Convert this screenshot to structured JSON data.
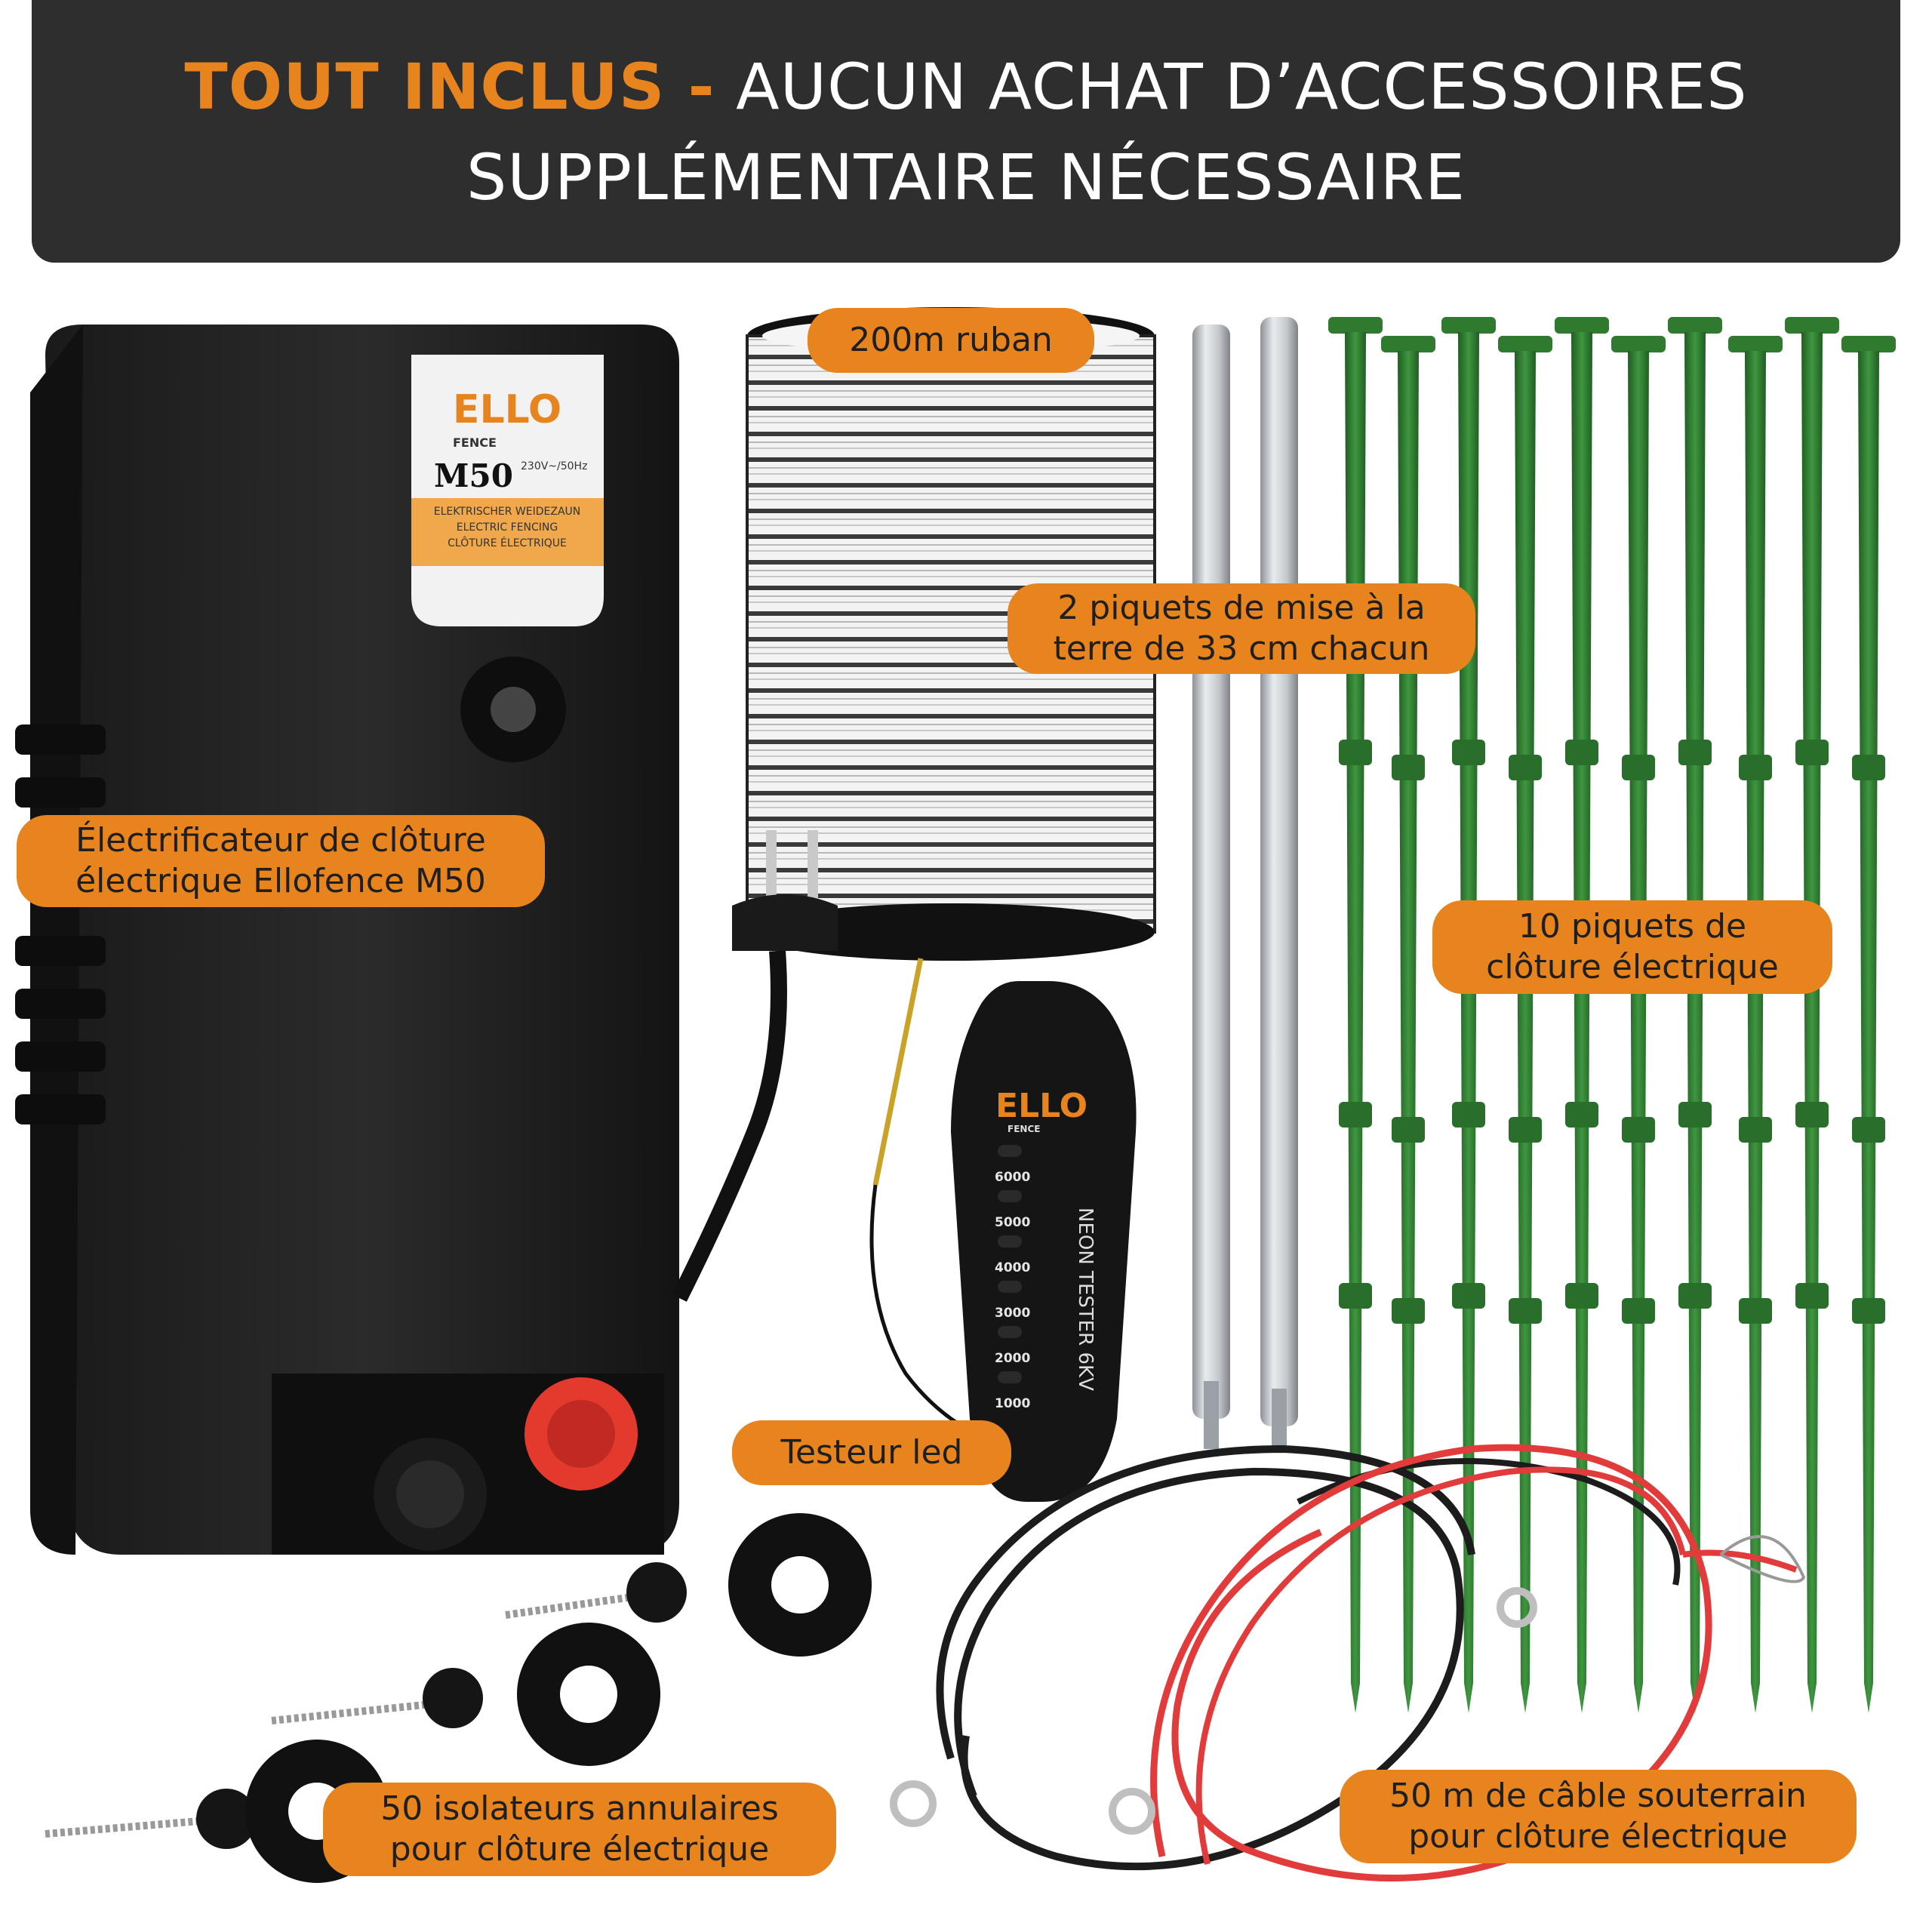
{
  "banner": {
    "accent": "TOUT INCLUS -",
    "line1_rest": " AUCUN ACHAT D’ACCESSOIRES",
    "line2": "SUPPLÉMENTAIRE NÉCESSAIRE"
  },
  "colors": {
    "accent": "#e8841e",
    "banner_bg": "#2e2e2e",
    "stake_green": "#2f7a2f",
    "cable_red": "#e23b3b"
  },
  "device": {
    "brand_line1": "ELLO",
    "brand_line2": "FENCE",
    "model": "M50",
    "rating": "230V~/50Hz",
    "desc_1": "ELEKTRISCHER WEIDEZAUN",
    "desc_2": "ELECTRIC FENCING",
    "desc_3": "CLÔTURE ÉLECTRIQUE"
  },
  "tester": {
    "brand": "ELLO",
    "brand_sub": "FENCE",
    "name": "NEON TESTER 6KV",
    "scale": [
      "6000",
      "5000",
      "4000",
      "3000",
      "2000",
      "1000"
    ]
  },
  "labels": {
    "ribbon": "200m ruban",
    "ground_1": "2 piquets de mise à la",
    "ground_2": "terre de 33 cm chacun",
    "energizer_1": "Électrificateur de clôture",
    "energizer_2": "électrique Ellofence M50",
    "stakes_1": "10 piquets de",
    "stakes_2": "clôture électrique",
    "tester": "Testeur led",
    "insulators_1": "50 isolateurs annulaires",
    "insulators_2": "pour clôture électrique",
    "cable_1": "50 m de câble souterrain",
    "cable_2": "pour clôture électrique"
  }
}
